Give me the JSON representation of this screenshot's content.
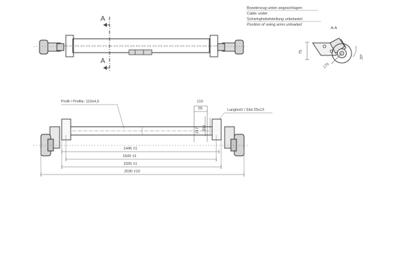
{
  "top_view": {
    "section_marker": "A"
  },
  "notes": {
    "lines": [
      "Bowdenzug unten angeschlagen",
      "Cable under",
      "Schwinghebelstellung unbelastet",
      "Position of swing arms unloaded"
    ]
  },
  "section_view": {
    "title": "A-A",
    "dim_75": "75",
    "dim_20": "20°",
    "dim_175": "175"
  },
  "front_view": {
    "profile_label": "Profil / Profile: 110x4,0",
    "slot_label": "Langloch / Slot 25x13",
    "dim_110": "110",
    "dim_55": "55",
    "dim_217": "217",
    "dim_200": "200",
    "dim_1445": "1445 ±1",
    "dim_1500": "1500 ±1",
    "dim_1555": "1555 ±1",
    "dim_2030": "2030 ±10"
  }
}
